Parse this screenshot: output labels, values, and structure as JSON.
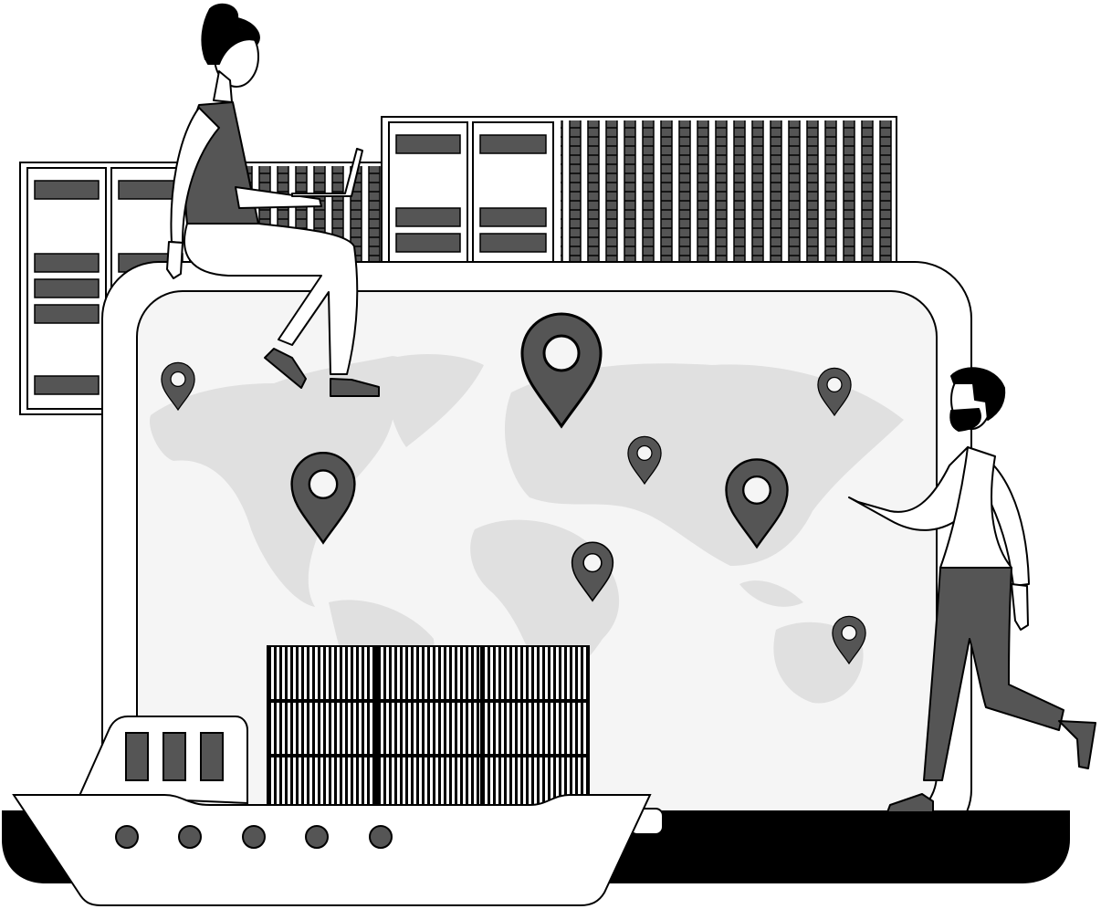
{
  "illustration": {
    "subject_icons": [
      "shipping-container-icon",
      "world-map-icon",
      "map-pin-icon",
      "cargo-ship-icon",
      "person-with-laptop",
      "person-walking"
    ],
    "pin_count": 8
  },
  "colors": {
    "outline": "#000000",
    "dark_fill": "#555555",
    "screen_bg": "#f5f5f5",
    "map_land": "#e0e0e0",
    "white": "#ffffff"
  }
}
